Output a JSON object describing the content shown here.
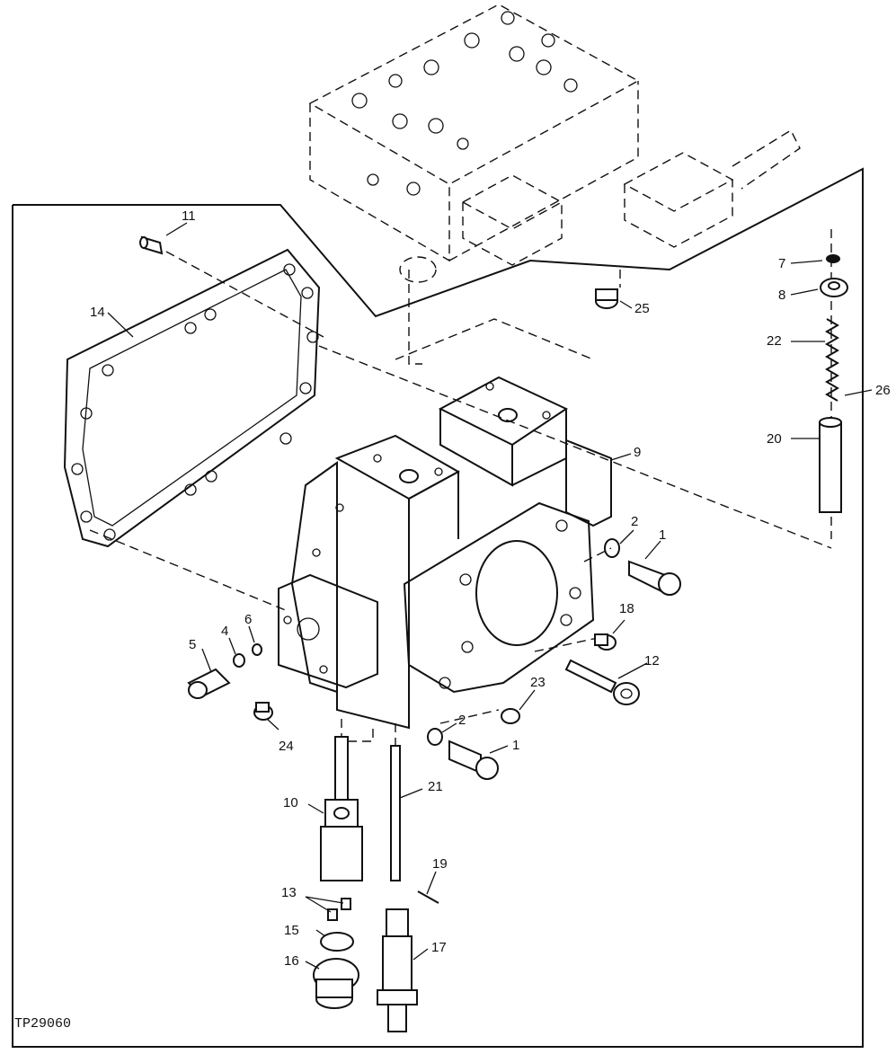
{
  "figure_id": "TP29060",
  "callouts": [
    {
      "id": "c1a",
      "text": "1"
    },
    {
      "id": "c1b",
      "text": "1"
    },
    {
      "id": "c2a",
      "text": "2"
    },
    {
      "id": "c2b",
      "text": "2"
    },
    {
      "id": "c4",
      "text": "4"
    },
    {
      "id": "c5",
      "text": "5"
    },
    {
      "id": "c6",
      "text": "6"
    },
    {
      "id": "c7",
      "text": "7"
    },
    {
      "id": "c8",
      "text": "8"
    },
    {
      "id": "c9",
      "text": "9"
    },
    {
      "id": "c10",
      "text": "10"
    },
    {
      "id": "c11",
      "text": "11"
    },
    {
      "id": "c12",
      "text": "12"
    },
    {
      "id": "c13",
      "text": "13"
    },
    {
      "id": "c14",
      "text": "14"
    },
    {
      "id": "c15",
      "text": "15"
    },
    {
      "id": "c16",
      "text": "16"
    },
    {
      "id": "c17",
      "text": "17"
    },
    {
      "id": "c18",
      "text": "18"
    },
    {
      "id": "c19",
      "text": "19"
    },
    {
      "id": "c20",
      "text": "20"
    },
    {
      "id": "c21",
      "text": "21"
    },
    {
      "id": "c22",
      "text": "22"
    },
    {
      "id": "c23",
      "text": "23"
    },
    {
      "id": "c24",
      "text": "24"
    },
    {
      "id": "c25",
      "text": "25"
    },
    {
      "id": "c26",
      "text": "26"
    }
  ]
}
